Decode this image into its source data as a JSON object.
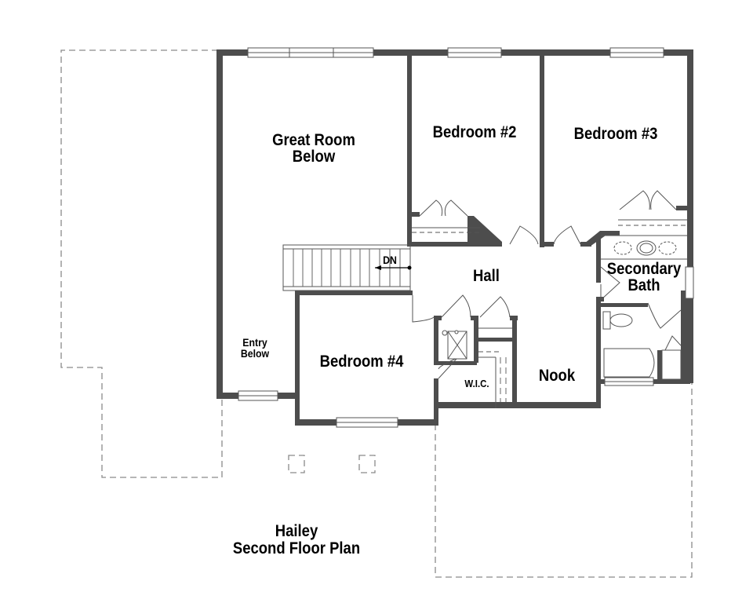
{
  "plan": {
    "name": "Hailey",
    "subtitle": "Second Floor Plan",
    "colors": {
      "wall": "#4d4d4d",
      "line": "#555555",
      "dashed": "#8a8a8a",
      "background": "#ffffff"
    }
  },
  "rooms": {
    "great_room": {
      "line1": "Great Room",
      "line2": "Below"
    },
    "bedroom2": {
      "label": "Bedroom #2"
    },
    "bedroom3": {
      "label": "Bedroom #3"
    },
    "bedroom4": {
      "label": "Bedroom #4"
    },
    "hall": {
      "label": "Hall"
    },
    "nook": {
      "label": "Nook"
    },
    "secondary_bath": {
      "line1": "Secondary",
      "line2": "Bath"
    },
    "wic": {
      "label": "W.I.C."
    },
    "entry": {
      "line1": "Entry",
      "line2": "Below"
    }
  },
  "stairs": {
    "direction_label": "DN"
  },
  "title": {
    "line1": "Hailey",
    "line2": "Second Floor Plan"
  }
}
